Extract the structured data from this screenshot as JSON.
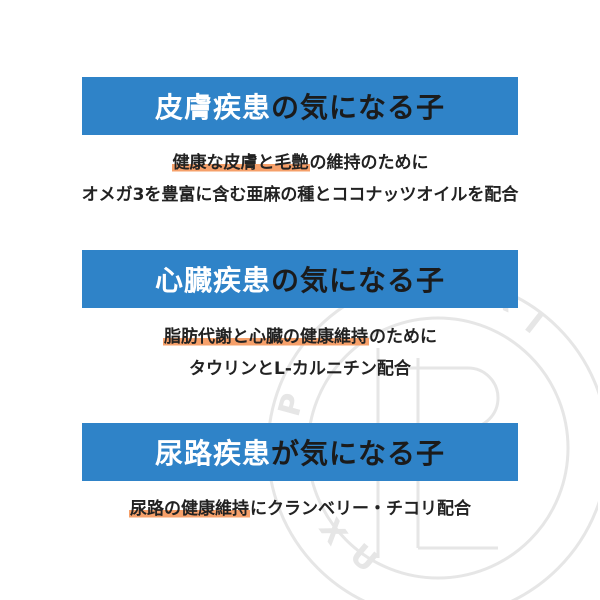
{
  "sections": [
    {
      "title_highlight": "皮膚疾患",
      "title_rest": "の気になる子",
      "line1_highlight": "健康な皮膚と毛艶",
      "line1_rest": "の維持のために",
      "line2": "オメガ3を豊富に含む亜麻の種とココナッツオイルを配合"
    },
    {
      "title_highlight": "心臓疾患",
      "title_rest": "の気になる子",
      "line1_highlight": "脂肪代謝と心臓の健康維持",
      "line1_rest": "のために",
      "line2": "タウリンとL-カルニチン配合"
    },
    {
      "title_highlight": "尿路疾患",
      "title_rest": "が気になる子",
      "line1_highlight": "尿路の健康維持",
      "line1_rest": "にクランベリー・チコリ配合"
    }
  ],
  "watermark": {
    "text": "PO NUTRI LUX",
    "color": "#e4e4e4"
  }
}
